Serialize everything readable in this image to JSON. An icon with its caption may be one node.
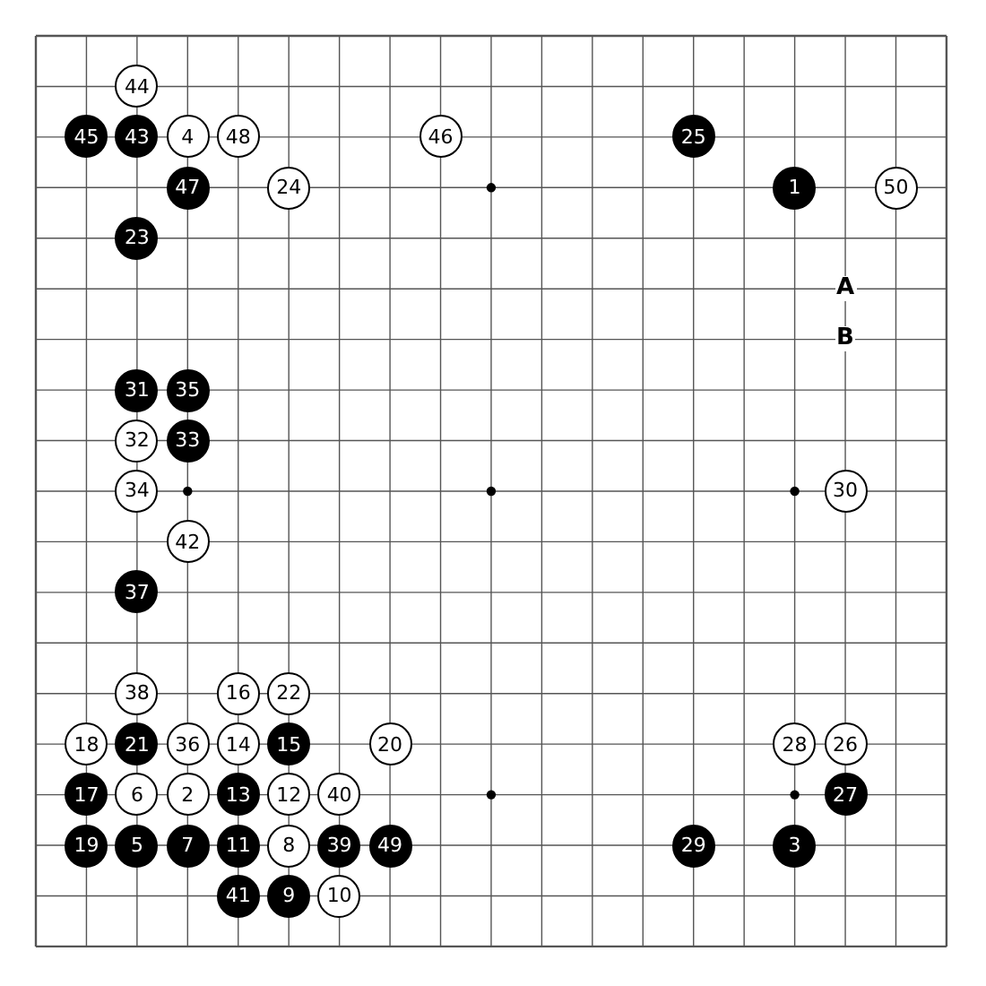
{
  "diagram": {
    "nodes": [
      {
        "text": [
          "44"
        ]
      },
      {
        "text": [
          "45"
        ]
      },
      {
        "text": [
          "43"
        ]
      },
      {
        "text": [
          "4"
        ]
      },
      {
        "text": [
          "48"
        ]
      },
      {
        "text": [
          "46"
        ]
      },
      {
        "text": [
          "25"
        ]
      },
      {
        "text": [
          "47"
        ]
      },
      {
        "text": [
          "24"
        ]
      },
      {
        "text": [
          "1"
        ]
      },
      {
        "text": [
          "50"
        ]
      },
      {
        "text": [
          "23"
        ]
      },
      {
        "text": [
          "31"
        ]
      },
      {
        "text": [
          "35"
        ]
      },
      {
        "text": [
          "32"
        ]
      },
      {
        "text": [
          "33"
        ]
      },
      {
        "text": [
          "34"
        ]
      },
      {
        "text": [
          "30"
        ]
      },
      {
        "text": [
          "42"
        ]
      },
      {
        "text": [
          "37"
        ]
      },
      {
        "text": [
          "38"
        ]
      },
      {
        "text": [
          "16"
        ]
      },
      {
        "text": [
          "22"
        ]
      },
      {
        "text": [
          "18"
        ]
      },
      {
        "text": [
          "21"
        ]
      },
      {
        "text": [
          "36"
        ]
      },
      {
        "text": [
          "14"
        ]
      },
      {
        "text": [
          "15"
        ]
      },
      {
        "text": [
          "20"
        ]
      },
      {
        "text": [
          "28"
        ]
      },
      {
        "text": [
          "26"
        ]
      },
      {
        "text": [
          "17"
        ]
      },
      {
        "text": [
          "6"
        ]
      },
      {
        "text": [
          "2"
        ]
      },
      {
        "text": [
          "13"
        ]
      },
      {
        "text": [
          "12"
        ]
      },
      {
        "text": [
          "40"
        ]
      },
      {
        "text": [
          "27"
        ]
      },
      {
        "text": [
          "19"
        ]
      },
      {
        "text": [
          "5"
        ]
      },
      {
        "text": [
          "7"
        ]
      },
      {
        "text": [
          "11"
        ]
      },
      {
        "text": [
          "8"
        ]
      },
      {
        "text": [
          "39"
        ]
      },
      {
        "text": [
          "49"
        ]
      },
      {
        "text": [
          "29"
        ]
      },
      {
        "text": [
          "3"
        ]
      },
      {
        "text": [
          "41"
        ]
      },
      {
        "text": [
          "9"
        ]
      },
      {
        "text": [
          "10"
        ]
      }
    ],
    "labels": [
      "A",
      "B"
    ]
  }
}
